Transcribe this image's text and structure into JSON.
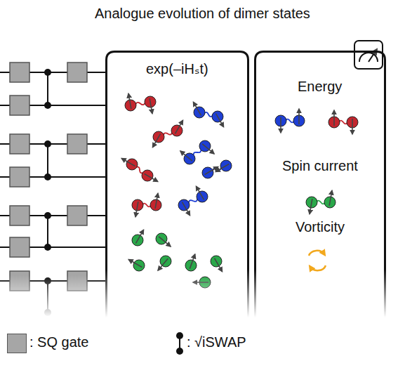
{
  "diagram": {
    "title": "Analogue evolution of dimer states",
    "nodes": [
      {
        "text": [
          "exp(–iHₛt)"
        ]
      },
      {
        "text": [
          "Energy",
          "Spin current",
          "Vorticity"
        ]
      }
    ],
    "legend": [
      {
        "text": ": SQ gate",
        "color": "#a6a6a6"
      },
      {
        "text": ": √iSWAP"
      }
    ]
  }
}
